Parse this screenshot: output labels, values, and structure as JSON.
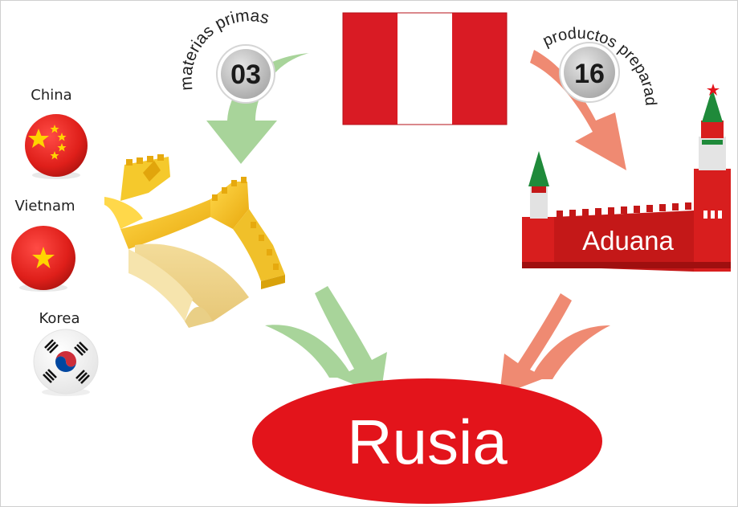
{
  "labels": {
    "raw_materials": "materias primas",
    "raw_materials_count": "03",
    "prepared_products": "productos preparados",
    "prepared_products_count": "16",
    "customs": "Aduana",
    "destination": "Rusia"
  },
  "countries": [
    {
      "name": "China"
    },
    {
      "name": "Vietnam"
    },
    {
      "name": "Korea"
    }
  ],
  "colors": {
    "peru_red": "#d91b24",
    "russia_red": "#e3141b",
    "green_arrow": "#a8d49a",
    "salmon_arrow": "#ef8a72",
    "wall_gold": "#f2c21b",
    "kremlin_red": "#d81e1e",
    "kremlin_green": "#1f8a3a",
    "badge_gray": "#c9c9c9"
  },
  "icons": {
    "peru_flag": "peru-flag-icon",
    "great_wall": "great-wall-icon",
    "kremlin": "kremlin-icon"
  }
}
